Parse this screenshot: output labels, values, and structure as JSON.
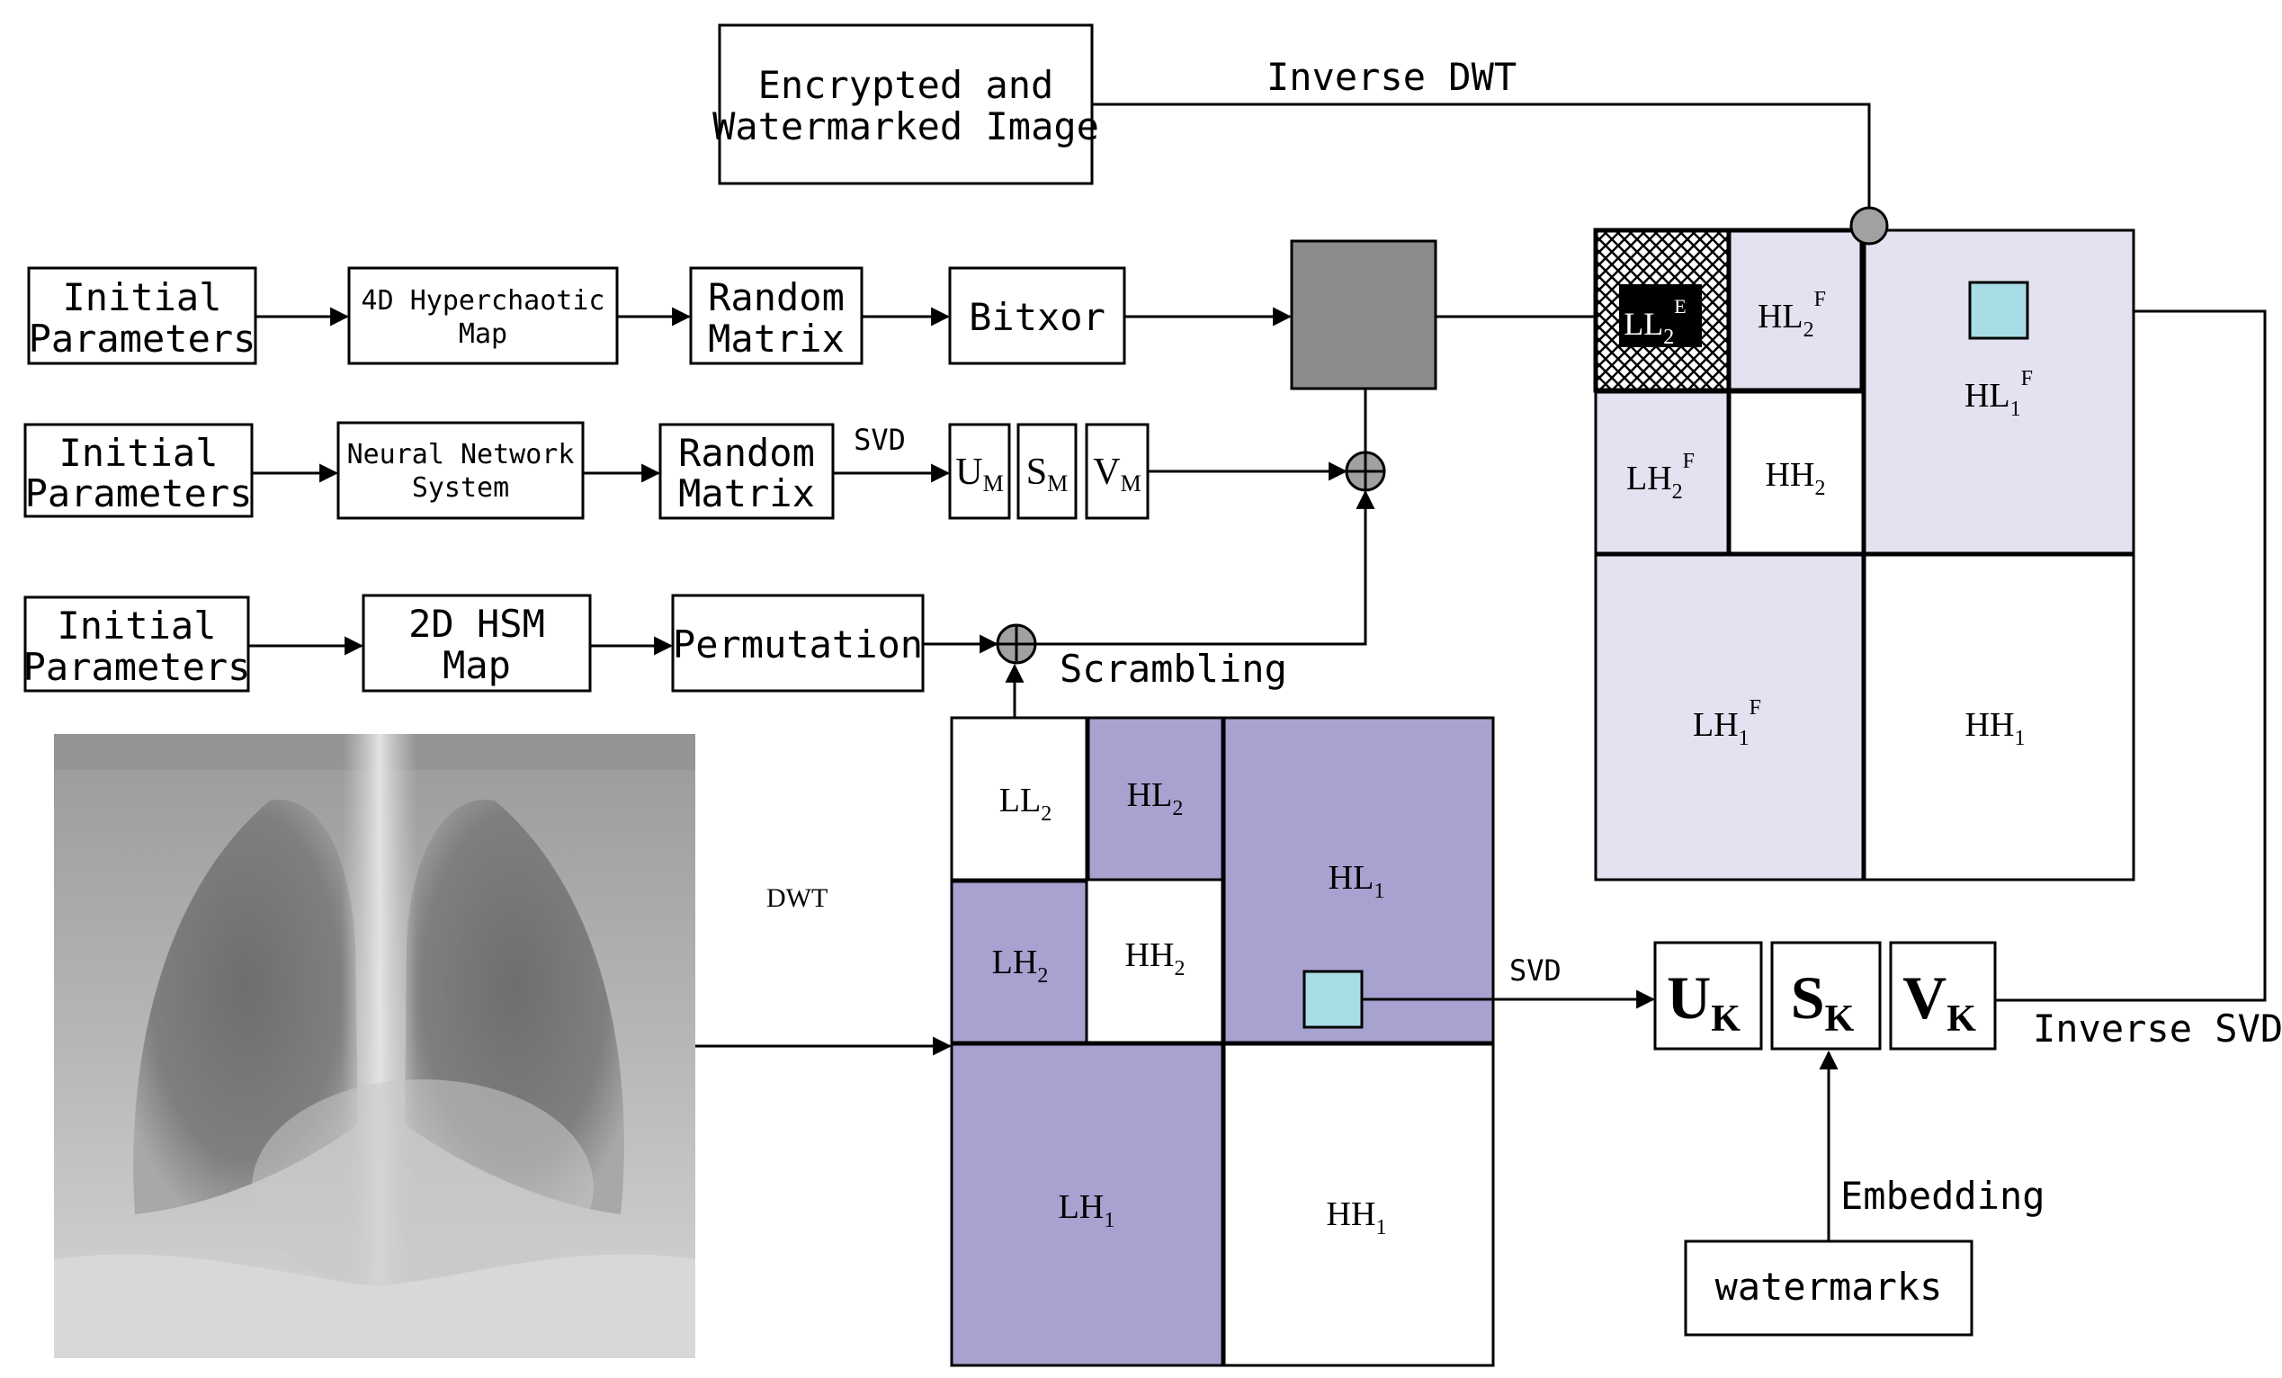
{
  "flow": {
    "row1": {
      "params": [
        "Initial",
        "Parameters"
      ],
      "map": [
        "4D Hyperchaotic",
        "Map"
      ],
      "matrix": [
        "Random",
        "Matrix"
      ],
      "op": "Bitxor"
    },
    "row2": {
      "params": [
        "Initial",
        "Parameters"
      ],
      "map": [
        "Neural Network",
        "System"
      ],
      "matrix": [
        "Random",
        "Matrix"
      ],
      "svd": "SVD",
      "u": {
        "base": "U",
        "sub": "M"
      },
      "s": {
        "base": "S",
        "sub": "M"
      },
      "v": {
        "base": "V",
        "sub": "M"
      }
    },
    "row3": {
      "params": [
        "Initial",
        "Parameters"
      ],
      "map": [
        "2D HSM",
        "Map"
      ],
      "op": "Permutation",
      "scrambling": "Scrambling"
    }
  },
  "output": {
    "box": [
      "Encrypted and",
      "Watermarked Image"
    ],
    "inverse_dwt": "Inverse DWT"
  },
  "dwt_label": "DWT",
  "svd_label": "SVD",
  "inverse_svd": "Inverse SVD",
  "embedding": "Embedding",
  "watermarks": "watermarks",
  "svd_k": {
    "u": {
      "base": "U",
      "sub": "K"
    },
    "s": {
      "base": "S",
      "sub": "K"
    },
    "v": {
      "base": "V",
      "sub": "K"
    }
  },
  "subbands": {
    "ll2": {
      "base": "LL",
      "sub": "2"
    },
    "hl2": {
      "base": "HL",
      "sub": "2"
    },
    "lh2": {
      "base": "LH",
      "sub": "2"
    },
    "hh2": {
      "base": "HH",
      "sub": "2"
    },
    "hl1": {
      "base": "HL",
      "sub": "1"
    },
    "lh1": {
      "base": "LH",
      "sub": "1"
    },
    "hh1": {
      "base": "HH",
      "sub": "1"
    }
  },
  "final_subbands": {
    "ll2e": {
      "base": "LL",
      "sub": "2",
      "sup": "E"
    },
    "hl2f": {
      "base": "HL",
      "sub": "2",
      "sup": "F"
    },
    "lh2f": {
      "base": "LH",
      "sub": "2",
      "sup": "F"
    },
    "hh2": {
      "base": "HH",
      "sub": "2"
    },
    "hl1f": {
      "base": "HL",
      "sub": "1",
      "sup": "F"
    },
    "lh1f": {
      "base": "LH",
      "sub": "1",
      "sup": "F"
    },
    "hh1": {
      "base": "HH",
      "sub": "1"
    }
  },
  "colors": {
    "purple": "#a7a2d0",
    "lavender": "#e2e2f1",
    "cyan": "#a8dde6",
    "gray_block": "#8b8d8c",
    "node_gray": "#a0a2a1"
  }
}
